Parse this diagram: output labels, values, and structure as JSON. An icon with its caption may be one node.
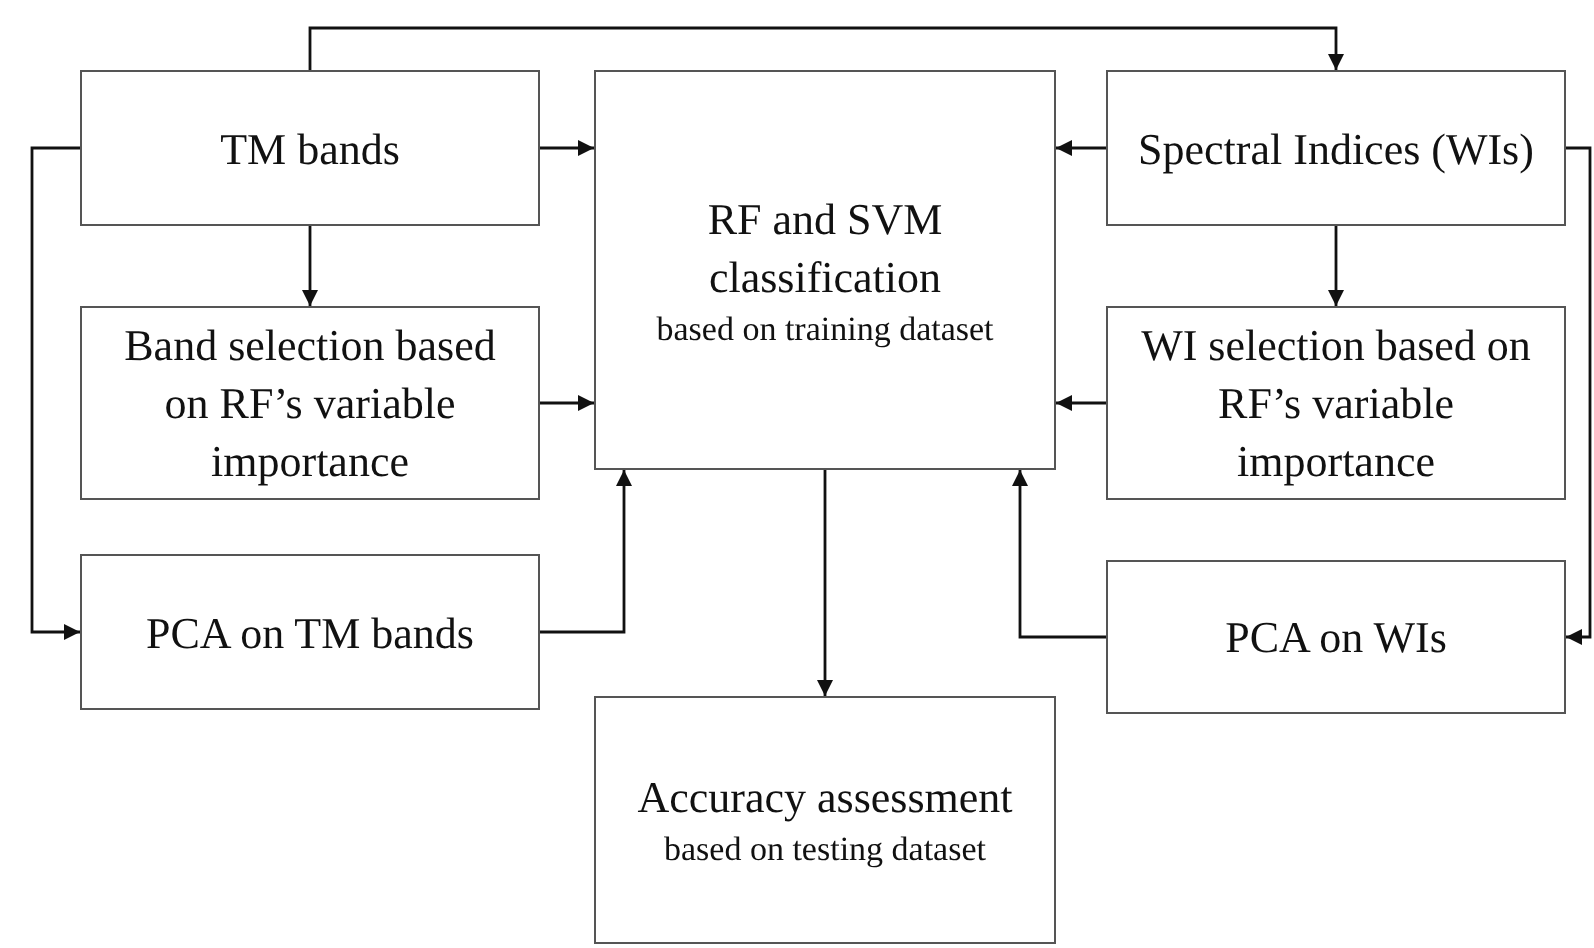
{
  "diagram": {
    "nodes": [
      {
        "text": [
          "TM bands"
        ]
      },
      {
        "text": [
          "RF and SVM classification",
          "based on training dataset"
        ]
      },
      {
        "text": [
          "Spectral Indices (WIs)"
        ]
      },
      {
        "text": [
          "Band selection based on RF’s variable importance"
        ]
      },
      {
        "text": [
          "WI selection based on RF’s variable importance"
        ]
      },
      {
        "text": [
          "PCA on TM bands"
        ]
      },
      {
        "text": [
          "PCA on WIs"
        ]
      },
      {
        "text": [
          "Accuracy assessment",
          "based on testing dataset"
        ]
      }
    ],
    "edges": [
      {
        "from": 0,
        "to": 2,
        "arrow": "to"
      },
      {
        "from": 0,
        "to": 1,
        "arrow": "to"
      },
      {
        "from": 2,
        "to": 1,
        "arrow": "to"
      },
      {
        "from": 0,
        "to": 3,
        "arrow": "to"
      },
      {
        "from": 2,
        "to": 4,
        "arrow": "to"
      },
      {
        "from": 3,
        "to": 1,
        "arrow": "to"
      },
      {
        "from": 4,
        "to": 1,
        "arrow": "to"
      },
      {
        "from": 0,
        "to": 5,
        "arrow": "to"
      },
      {
        "from": 5,
        "to": 1,
        "arrow": "to"
      },
      {
        "from": 6,
        "to": 1,
        "arrow": "to"
      },
      {
        "from": 1,
        "to": 7,
        "arrow": "to"
      },
      {
        "from": 2,
        "to": 6,
        "arrow": "to"
      }
    ]
  }
}
